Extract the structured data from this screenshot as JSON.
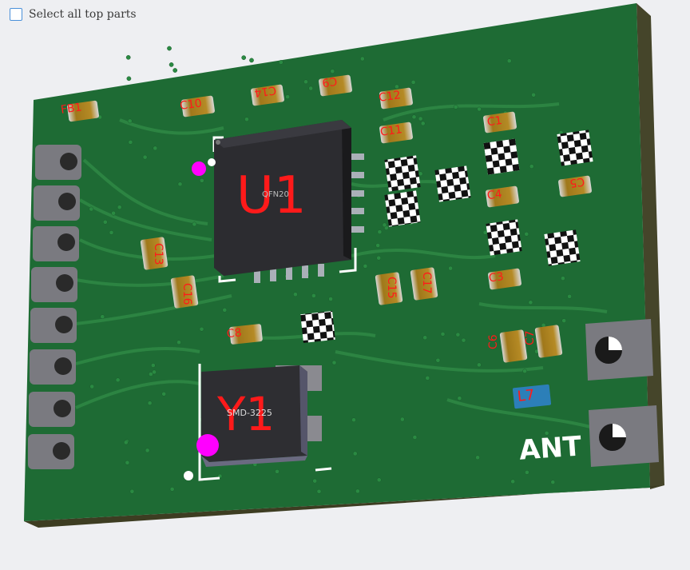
{
  "toolbar": {
    "select_all_label": "Select all top parts",
    "checked": false
  },
  "board": {
    "colors": {
      "pcb": "#1e6b34",
      "pcb_edge": "#4c4c28",
      "trace": "#2f8a45",
      "silk": "#ffffff",
      "refdes": "#ff1a1a",
      "pad": "#7a7a80",
      "marker": "#ff00ff"
    },
    "silkscreen_text": "ANT",
    "chips": [
      {
        "ref": "U1",
        "label": "QFN20"
      },
      {
        "ref": "Y1",
        "label": "SMD-3225"
      }
    ],
    "capacitors": [
      "FB1",
      "C10",
      "C14",
      "C9",
      "C12",
      "C11",
      "C1",
      "C4",
      "C5",
      "C3",
      "C13",
      "C16",
      "C8",
      "C15",
      "C17",
      "C6",
      "C7"
    ],
    "inductor": "L7",
    "pin_header_count": 8,
    "antenna_pad_count": 2
  }
}
